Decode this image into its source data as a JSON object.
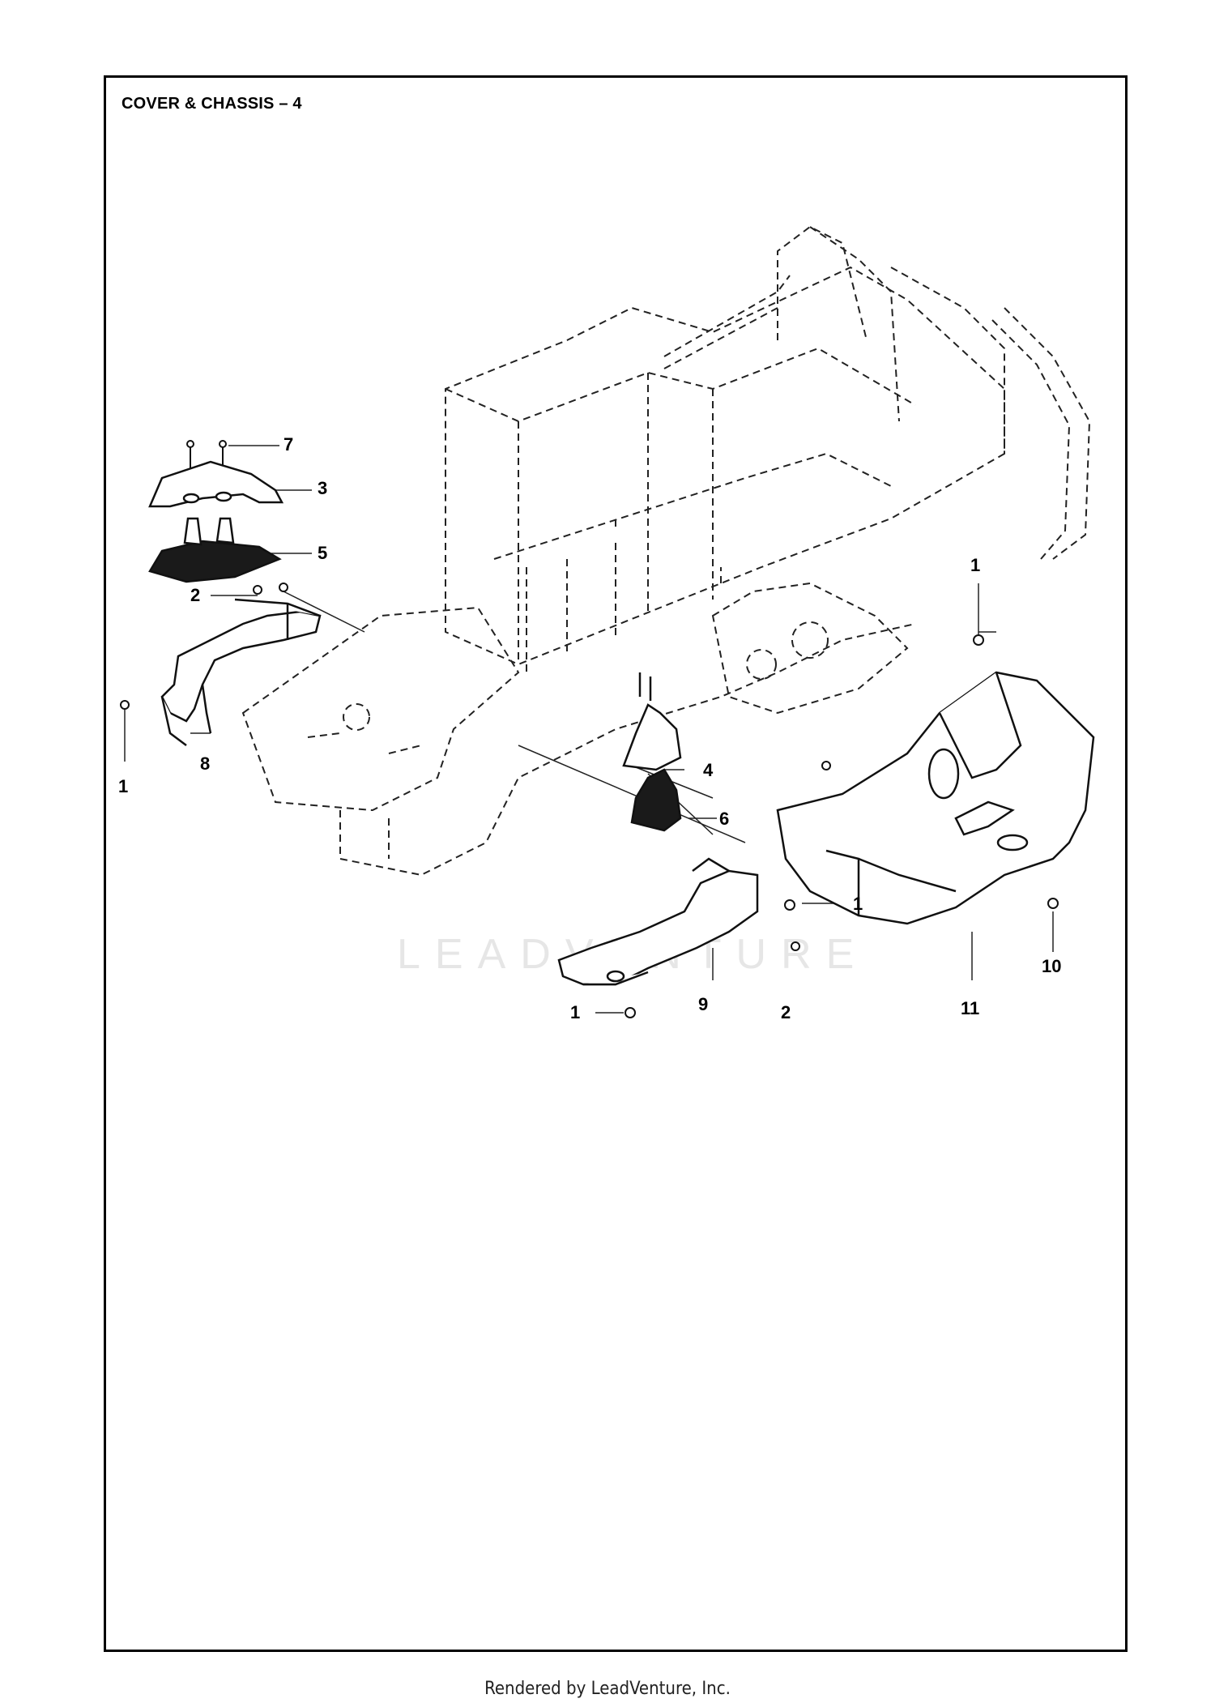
{
  "title": "COVER & CHASSIS – 4",
  "watermark": "LEADVENTURE",
  "footer": "Rendered by LeadVenture, Inc.",
  "callouts": [
    {
      "id": "c7",
      "label": "7"
    },
    {
      "id": "c3",
      "label": "3"
    },
    {
      "id": "c5",
      "label": "5"
    },
    {
      "id": "c2a",
      "label": "2"
    },
    {
      "id": "c1a",
      "label": "1"
    },
    {
      "id": "c8",
      "label": "8"
    },
    {
      "id": "c4",
      "label": "4"
    },
    {
      "id": "c6",
      "label": "6"
    },
    {
      "id": "c1b",
      "label": "1"
    },
    {
      "id": "c1c",
      "label": "1"
    },
    {
      "id": "c9",
      "label": "9"
    },
    {
      "id": "c2b",
      "label": "2"
    },
    {
      "id": "c1d",
      "label": "1"
    },
    {
      "id": "c10",
      "label": "10"
    },
    {
      "id": "c11",
      "label": "11"
    }
  ]
}
